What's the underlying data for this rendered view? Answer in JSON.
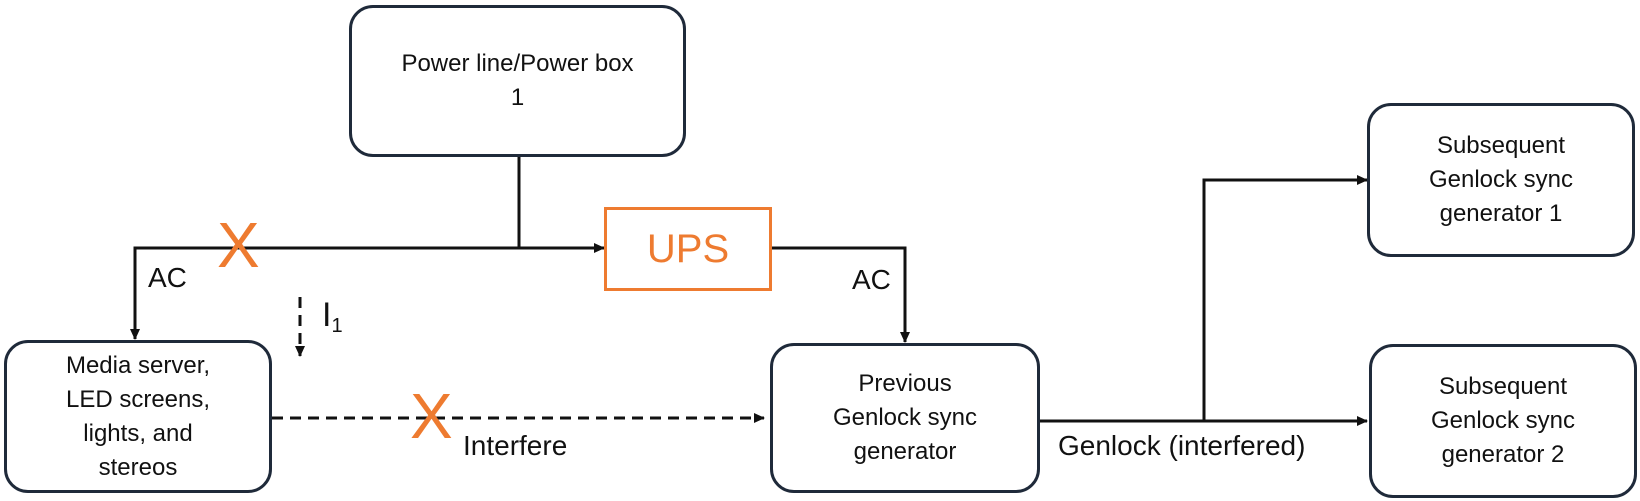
{
  "nodes": {
    "power_box": {
      "lines": [
        "Power line/Power box",
        "1"
      ]
    },
    "ups": {
      "label": "UPS"
    },
    "media_server": {
      "lines": [
        "Media server,",
        "LED screens,",
        "lights, and",
        "stereos"
      ]
    },
    "previous_genlock": {
      "lines": [
        "Previous",
        "Genlock sync",
        "generator"
      ]
    },
    "subsequent_1": {
      "lines": [
        "Subsequent",
        "Genlock sync",
        "generator 1"
      ]
    },
    "subsequent_2": {
      "lines": [
        "Subsequent",
        "Genlock sync",
        "generator 2"
      ]
    }
  },
  "edge_labels": {
    "ac_left": "AC",
    "ac_right": "AC",
    "current": "I",
    "current_sub": "1",
    "interfere": "Interfere",
    "genlock": "Genlock (interfered)"
  },
  "marks": {
    "cross_symbol": "X",
    "cross_color": "#ee7b30"
  },
  "colors": {
    "line": "#111111",
    "box_border": "#1f2a3a",
    "accent": "#ee7b30"
  }
}
